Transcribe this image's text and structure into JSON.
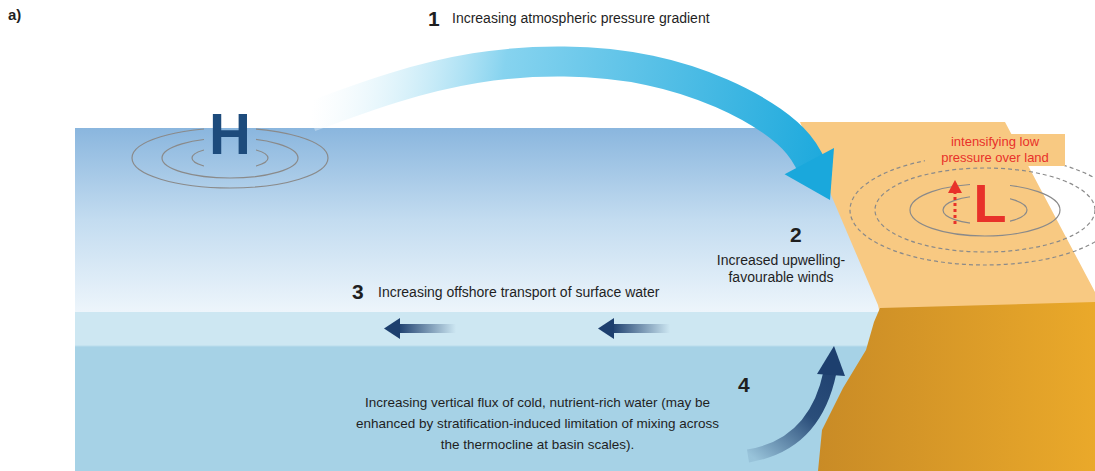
{
  "diagram": {
    "nodes": [
      {
        "text": [
          "H"
        ]
      },
      {
        "text": [
          "intensifying low pressure over land",
          "L"
        ]
      }
    ],
    "edges": [
      {
        "from": 0,
        "to": 1,
        "arrow": "to"
      }
    ],
    "labels": [
      "a)",
      "1",
      "Increasing atmospheric pressure gradient",
      "2",
      "Increased upwelling-favourable winds",
      "3",
      "Increasing offshore transport of surface water",
      "4",
      "Increasing vertical flux of cold, nutrient-rich water (may be enhanced by stratification-induced limitation of mixing across the thermocline at basin scales)."
    ]
  }
}
